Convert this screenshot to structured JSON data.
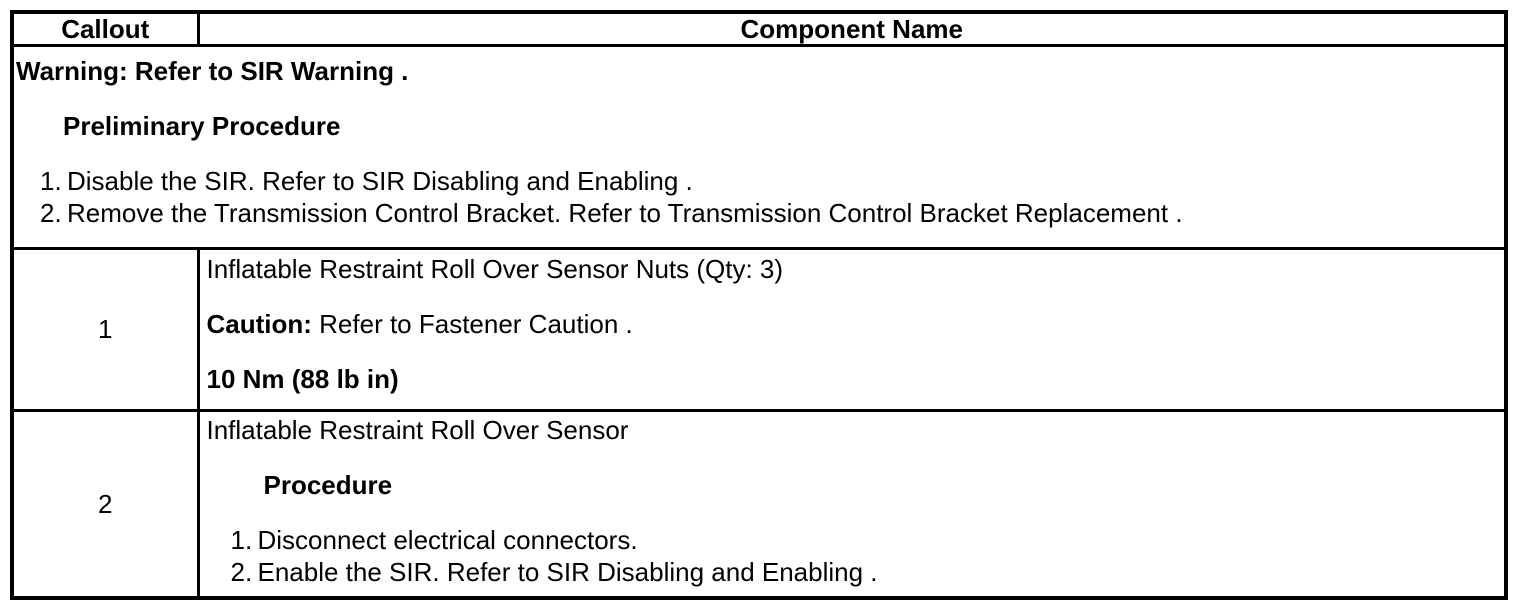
{
  "colors": {
    "background": "#ffffff",
    "border": "#000000",
    "text": "#000000"
  },
  "table": {
    "header": {
      "callout": "Callout",
      "component_name": "Component Name"
    },
    "warning_row": {
      "warning": "Warning: Refer to SIR Warning .",
      "preliminary_heading": "Preliminary Procedure",
      "steps": [
        {
          "num": "1.",
          "text": "Disable the SIR. Refer to SIR Disabling and Enabling ."
        },
        {
          "num": "2.",
          "text": "Remove the Transmission Control Bracket. Refer to Transmission Control Bracket Replacement ."
        }
      ]
    },
    "rows": [
      {
        "callout": "1",
        "name": "Inflatable Restraint Roll Over Sensor Nuts (Qty: 3)",
        "caution_label": "Caution:",
        "caution_text": " Refer to Fastener Caution .",
        "torque": "10 Nm (88 lb in)"
      },
      {
        "callout": "2",
        "name": "Inflatable Restraint Roll Over Sensor",
        "procedure_heading": "Procedure",
        "steps": [
          {
            "num": "1.",
            "text": "Disconnect electrical connectors."
          },
          {
            "num": "2.",
            "text": "Enable the SIR. Refer to SIR Disabling and Enabling ."
          }
        ]
      }
    ]
  }
}
